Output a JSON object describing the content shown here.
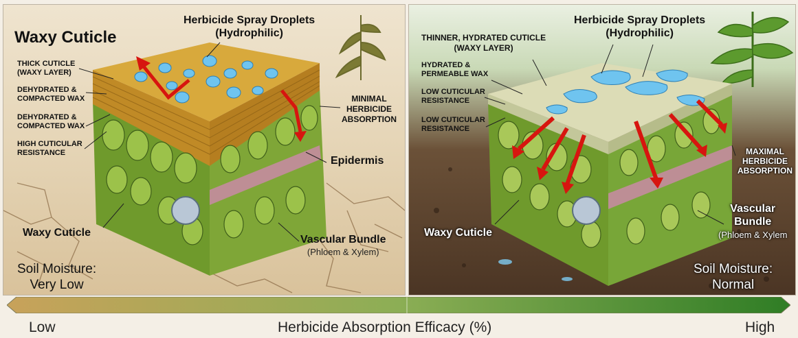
{
  "left_panel": {
    "title": "Waxy Cuticle",
    "spray_label": "Herbicide Spray Droplets",
    "spray_sublabel": "(Hydrophilic)",
    "callouts": [
      "THICK CUTICLE\n(WAXY LAYER)",
      "DEHYDRATED &\nCOMPACTED WAX",
      "DEHYDRATED &\nCOMPACTED WAX",
      "HIGH CUTICULAR\nRESISTANCE"
    ],
    "absorption": "MINIMAL\nHERBICIDE\nABSORPTION",
    "epidermis": "Epidermis",
    "cuticle_bottom": "Waxy Cuticle",
    "vascular": "Vascular Bundle",
    "vascular_sub": "(Phloem & Xylem)",
    "moisture": "Soil Moisture:\nVery Low"
  },
  "right_panel": {
    "spray_label": "Herbicide Spray Droplets",
    "spray_sublabel": "(Hydrophilic)",
    "cuticle_callout": "THINNER, HYDRATED CUTICLE\n(WAXY LAYER)",
    "callouts": [
      "HYDRATED &\nPERMEABLE WAX",
      "LOW CUTICULAR\nRESISTANCE",
      "LOW CUTICULAR\nRESISTANCE"
    ],
    "absorption": "MAXIMAL\nHERBICIDE\nABSORPTION",
    "cuticle_bottom": "Waxy Cuticle",
    "vascular": "Vascular\nBundle",
    "vascular_sub": "(Phloem & Xylem",
    "moisture": "Soil Moisture:\nNormal"
  },
  "axis": {
    "low": "Low",
    "title": "Herbicide Absorption Efficacy (%)",
    "high": "High"
  },
  "colors": {
    "arrow": "#d7150f",
    "droplet": "#6fc4ef",
    "wax_dry": "#c9932a",
    "leaf_green": "#6f9a2c",
    "bar_low": "#c8a25a",
    "bar_high": "#2f7d25"
  }
}
